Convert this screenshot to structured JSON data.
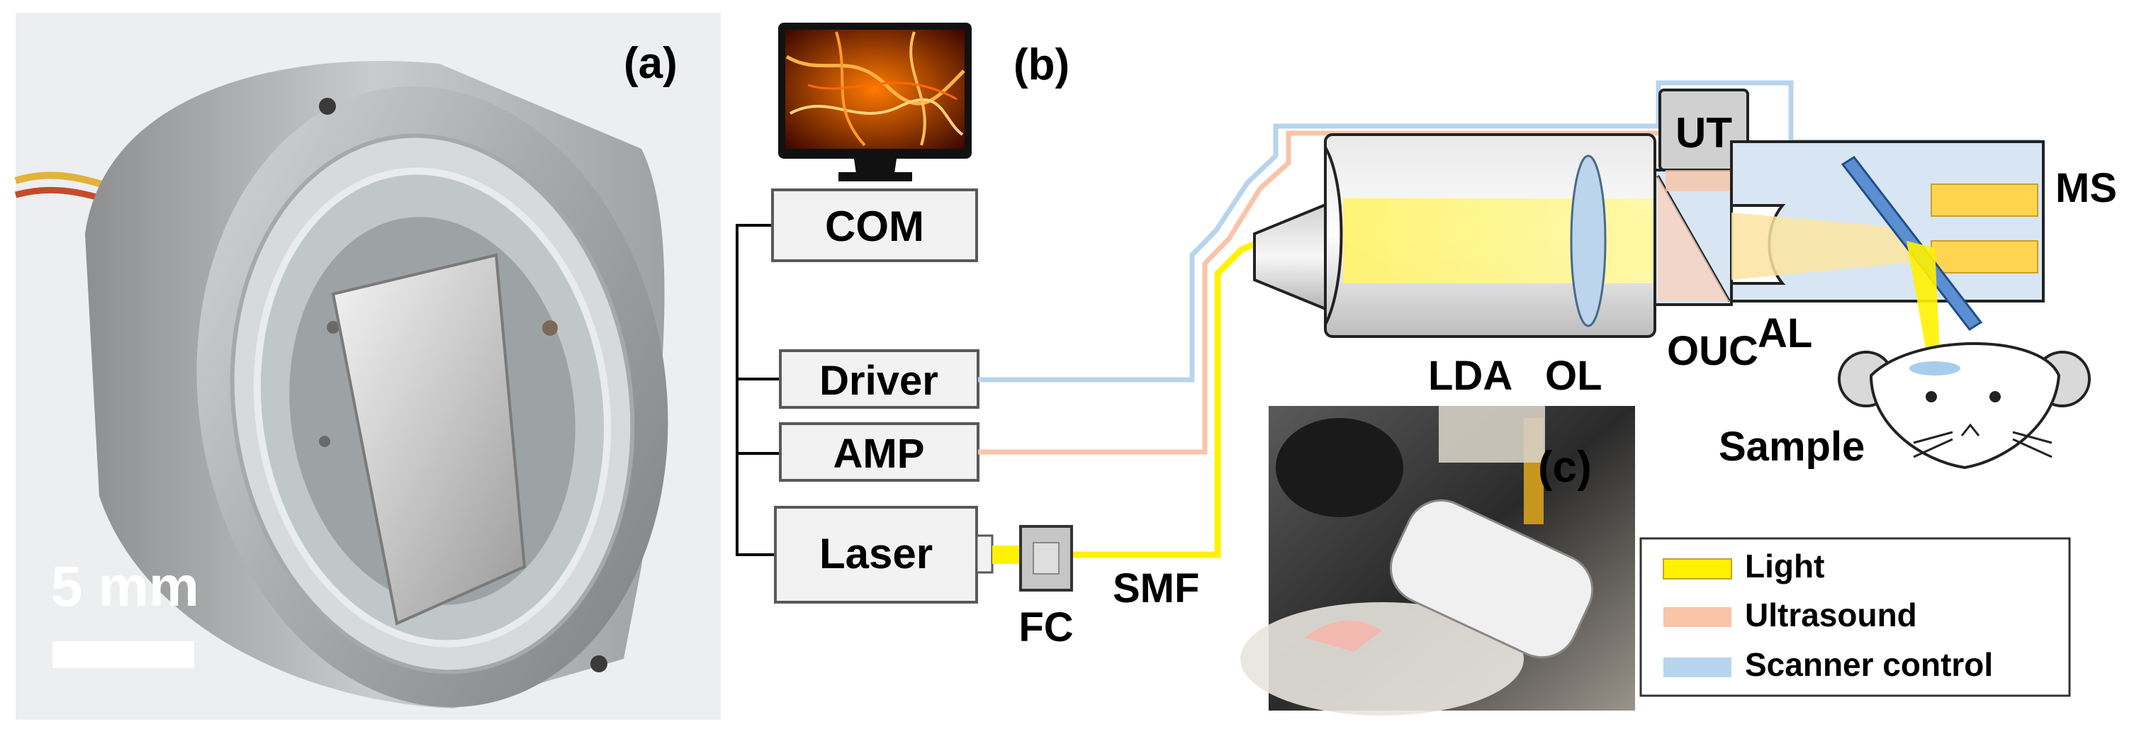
{
  "panels": {
    "a": {
      "label": "(a)",
      "scale_bar_text": "5 mm"
    },
    "b": {
      "label": "(b)",
      "blocks": {
        "com": "COM",
        "driver": "Driver",
        "amp": "AMP",
        "laser": "Laser"
      },
      "components": {
        "fc": "FC",
        "smf": "SMF",
        "lda": "LDA",
        "ol": "OL",
        "ouc": "OUC",
        "al": "AL",
        "ut": "UT",
        "ms": "MS",
        "sample": "Sample"
      }
    },
    "c": {
      "label": "(c)"
    }
  },
  "legend": {
    "items": [
      {
        "label": "Light",
        "color": "#fff200"
      },
      {
        "label": "Ultrasound",
        "color": "#f9c4a8"
      },
      {
        "label": "Scanner control",
        "color": "#b7d4ee"
      }
    ]
  },
  "colors": {
    "light": "#fff200",
    "ultrasound": "#f9c4a8",
    "scanner": "#b7d4ee"
  }
}
